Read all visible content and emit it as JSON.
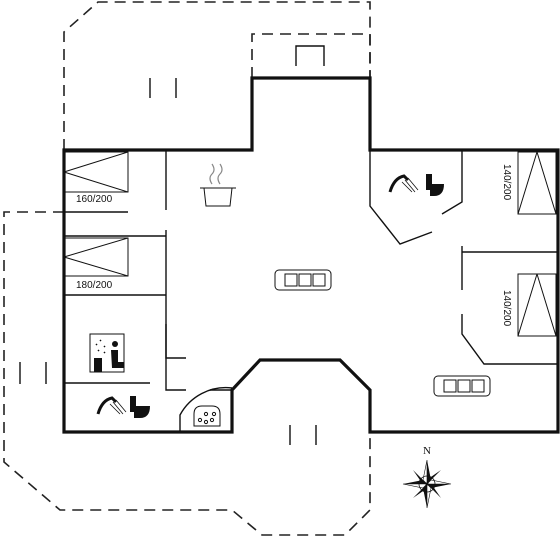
{
  "beds": [
    {
      "label": "160/200"
    },
    {
      "label": "180/200"
    },
    {
      "label": "140/200"
    },
    {
      "label": "140/200"
    }
  ],
  "compass": {
    "north_label": "N"
  },
  "icons": [
    "kitchen-pot-icon",
    "sofa-icon",
    "shower-icon",
    "toilet-icon",
    "sauna-icon",
    "whirlpool-icon",
    "compass-icon"
  ]
}
